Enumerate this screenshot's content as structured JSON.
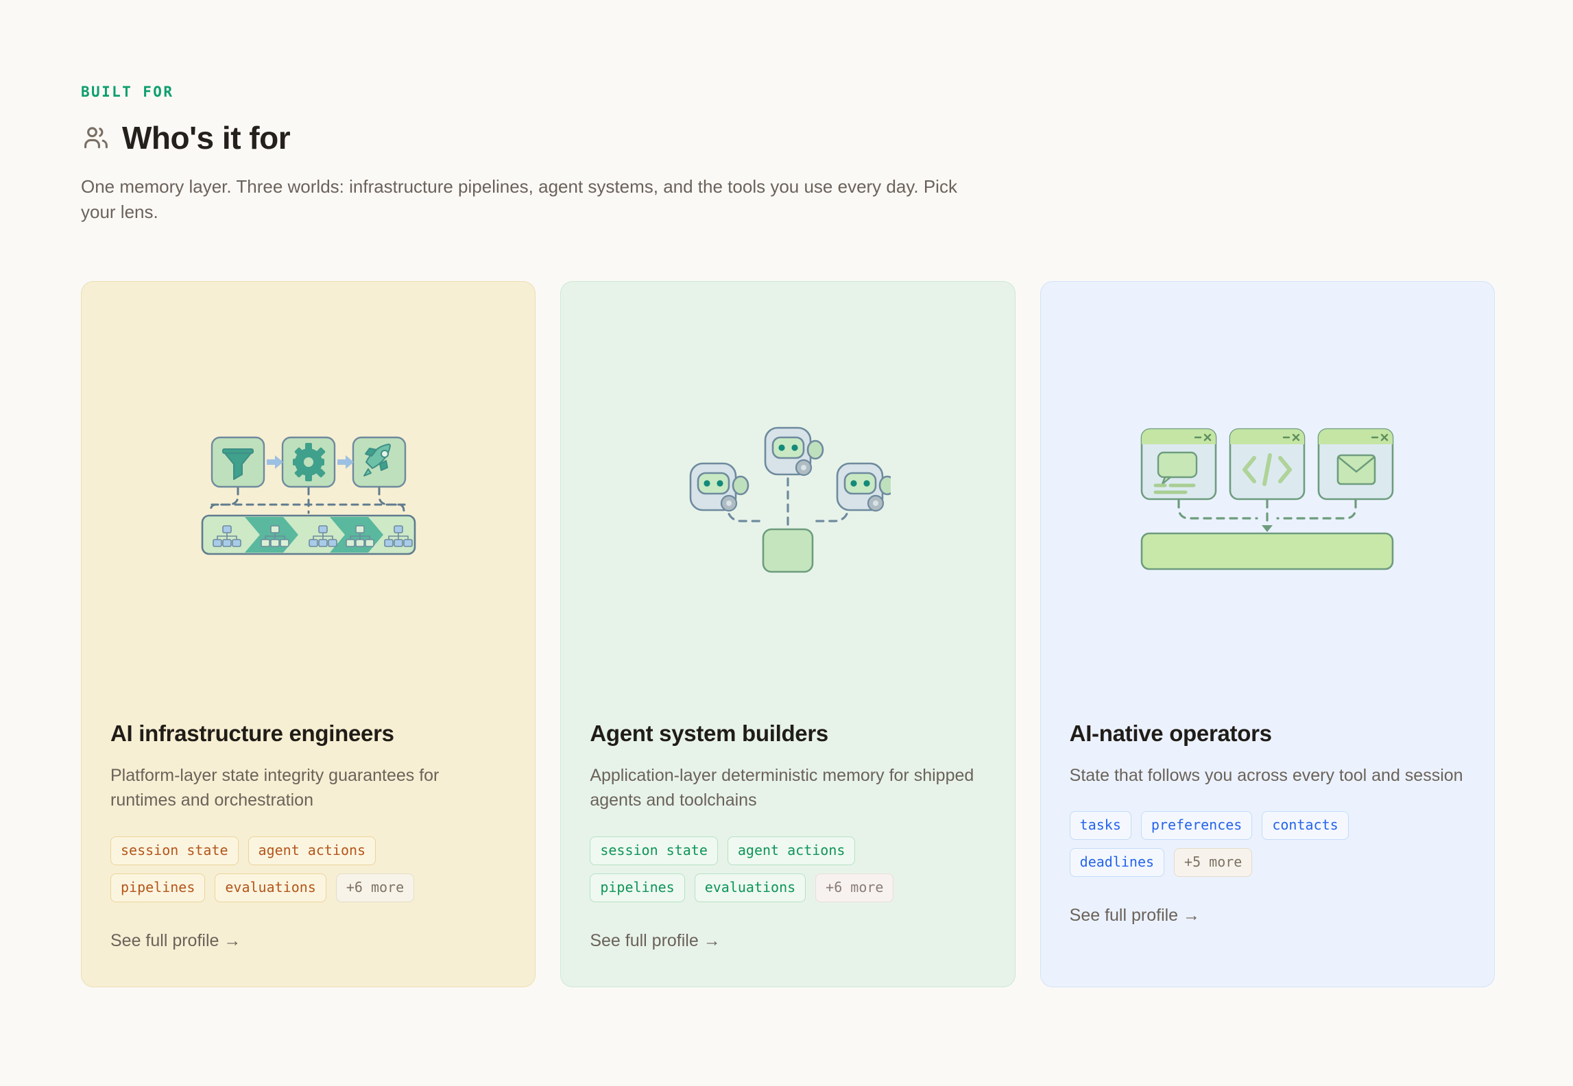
{
  "header": {
    "eyebrow": "BUILT FOR",
    "icon": "people-icon",
    "title": "Who's it for",
    "subtitle": "One memory layer. Three worlds: infrastructure pipelines, agent systems, and the tools you use every day. Pick your lens."
  },
  "colors": {
    "page_background": "#FBF9F6",
    "accent_green": "#0E9F6E",
    "title_text": "#24201C",
    "muted_text": "#6B625A",
    "card_amber_bg": "#F7EFD3",
    "card_amber_border": "#EADFB6",
    "card_amber_tag_text": "#B4551A",
    "card_green_bg": "#E7F3E9",
    "card_green_border": "#CDE8D4",
    "card_green_tag_text": "#0E9557",
    "card_blue_bg": "#EBF2FD",
    "card_blue_border": "#D3E2F7",
    "card_blue_tag_text": "#2563EB"
  },
  "cards": [
    {
      "theme": "amber",
      "illustration": "pipeline-flow-illustration",
      "title": "AI infrastructure engineers",
      "description": "Platform-layer state integrity guarantees for runtimes and orchestration",
      "tags": [
        "session state",
        "agent actions",
        "pipelines",
        "evaluations"
      ],
      "more_label": "+6 more",
      "link_label": "See full profile →"
    },
    {
      "theme": "green",
      "illustration": "agent-network-illustration",
      "title": "Agent system builders",
      "description": "Application-layer deterministic memory for shipped agents and toolchains",
      "tags": [
        "session state",
        "agent actions",
        "pipelines",
        "evaluations"
      ],
      "more_label": "+6 more",
      "link_label": "See full profile →"
    },
    {
      "theme": "blue",
      "illustration": "app-windows-illustration",
      "title": "AI-native operators",
      "description": "State that follows you across every tool and session",
      "tags": [
        "tasks",
        "preferences",
        "contacts",
        "deadlines"
      ],
      "more_label": "+5 more",
      "link_label": "See full profile →"
    }
  ]
}
